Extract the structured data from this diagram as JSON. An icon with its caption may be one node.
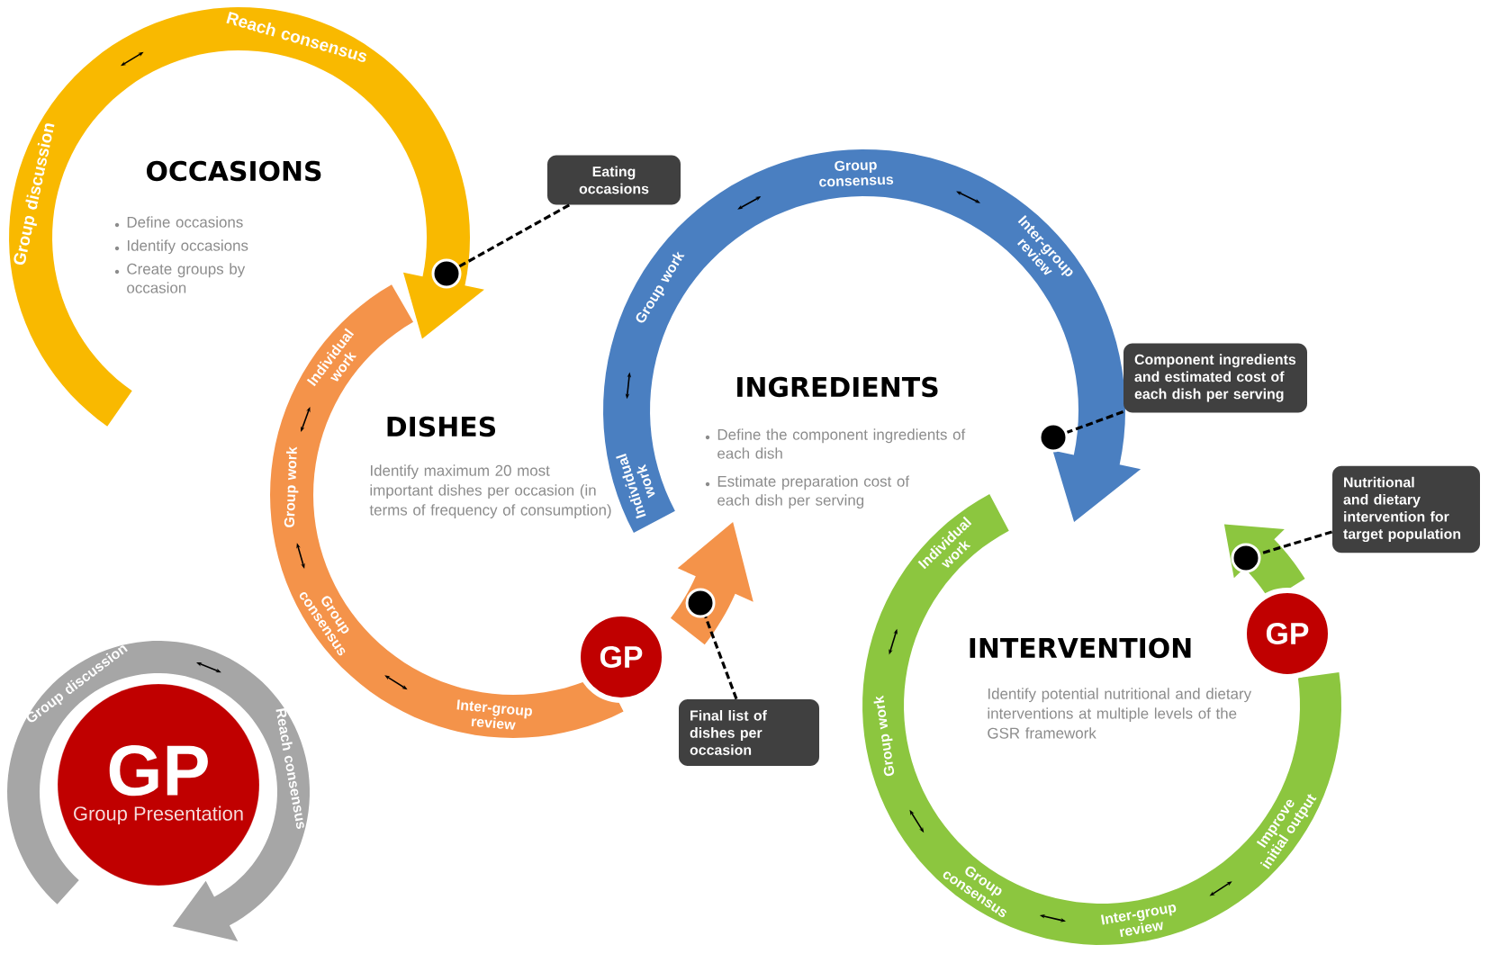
{
  "diagram": {
    "nodes": [
      {
        "text": [
          "Group discussion",
          "Reach consensus"
        ]
      },
      {
        "text": [],
        "shape": "circle",
        "in": 0
      },
      {
        "text": [
          "Eating occasions"
        ]
      },
      {
        "text": [
          "Individual work",
          "Group work",
          "Group consensus",
          "Inter-group review"
        ]
      },
      {
        "text": [
          "GP"
        ]
      },
      {
        "text": [],
        "shape": "circle"
      },
      {
        "text": [
          "Final list of dishes per occasion"
        ]
      },
      {
        "text": [
          "Individual work",
          "Group work",
          "Group consensus",
          "Inter-group review"
        ]
      },
      {
        "text": [],
        "shape": "circle",
        "in": 7
      },
      {
        "text": [
          "Component ingredients and estimated cost of each dish per serving"
        ]
      },
      {
        "text": [
          "Individual work",
          "Group work",
          "Group consensus",
          "Inter-group review",
          "Improve initial output"
        ]
      },
      {
        "text": [
          "GP"
        ]
      },
      {
        "text": [],
        "shape": "circle",
        "in": 10
      },
      {
        "text": [
          "Nutritional and dietary intervention for target population"
        ]
      },
      {
        "text": [
          "Group discussion",
          "Reach consensus"
        ]
      },
      {
        "text": [
          "GP",
          "Group Presentation"
        ],
        "in": 14
      }
    ],
    "edges": [
      {
        "from": 2,
        "to": 1,
        "arrow": "none",
        "style": "dashed"
      },
      {
        "from": 6,
        "to": 5,
        "arrow": "none",
        "style": "dashed"
      },
      {
        "from": 9,
        "to": 8,
        "arrow": "none",
        "style": "dashed"
      },
      {
        "from": 13,
        "to": 12,
        "arrow": "none",
        "style": "dashed"
      }
    ],
    "labels": [
      "OCCASIONS",
      "Define occasions",
      "Identify occasions",
      "Create groups by occasion",
      "DISHES",
      "Identify maximum 20 most important dishes per occasion (in terms of frequency of consumption)",
      "INGREDIENTS",
      "Define the component ingredients of each dish",
      "Estimate preparation cost of each dish per serving",
      "INTERVENTION",
      "Identify potential nutritional and dietary interventions at multiple levels of the GSR framework"
    ]
  }
}
